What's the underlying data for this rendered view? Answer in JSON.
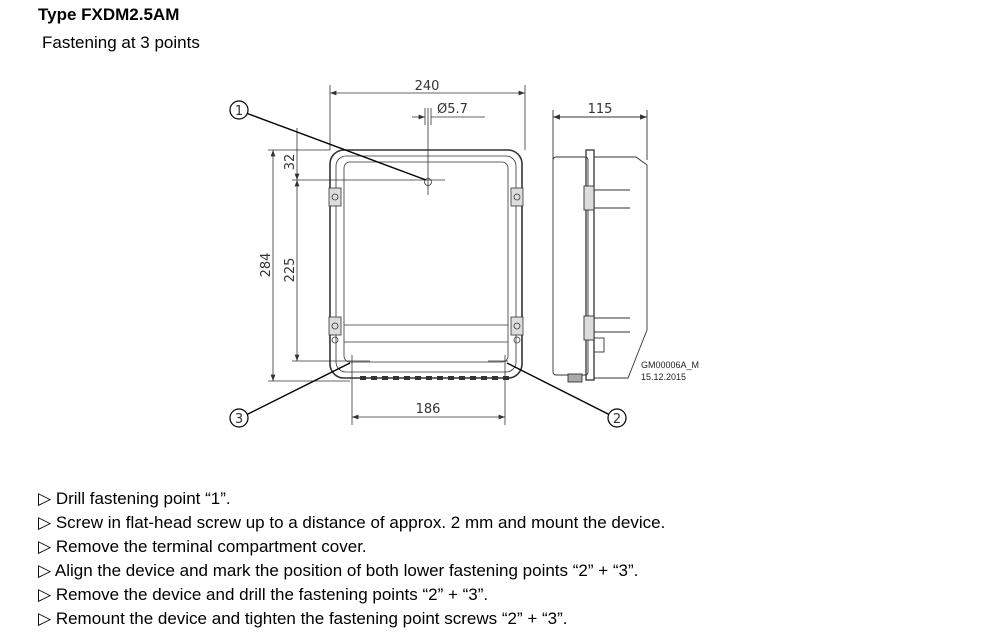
{
  "header": {
    "title": "Type FXDM2.5AM",
    "subtitle": "Fastening at 3 points"
  },
  "drawing": {
    "dimensions": {
      "width": "240",
      "hole": "Ø5.7",
      "top_offset": "32",
      "height_total": "284",
      "height_points": "225",
      "bottom_spacing": "186",
      "depth": "115"
    },
    "callouts": [
      "1",
      "2",
      "3"
    ],
    "reference": {
      "code": "GM00006A_M",
      "date": "15.12.2015"
    }
  },
  "steps": {
    "marker": "▷",
    "items": [
      "Drill fastening point “1”.",
      "Screw in flat-head screw up to a distance of approx. 2 mm and mount the device.",
      "Remove the terminal compartment cover.",
      "Align the device and mark the position of both lower fastening points “2” + “3”.",
      "Remove the device and drill the fastening points “2” + “3”.",
      "Remount the device and tighten the fastening point screws “2” + “3”."
    ]
  }
}
